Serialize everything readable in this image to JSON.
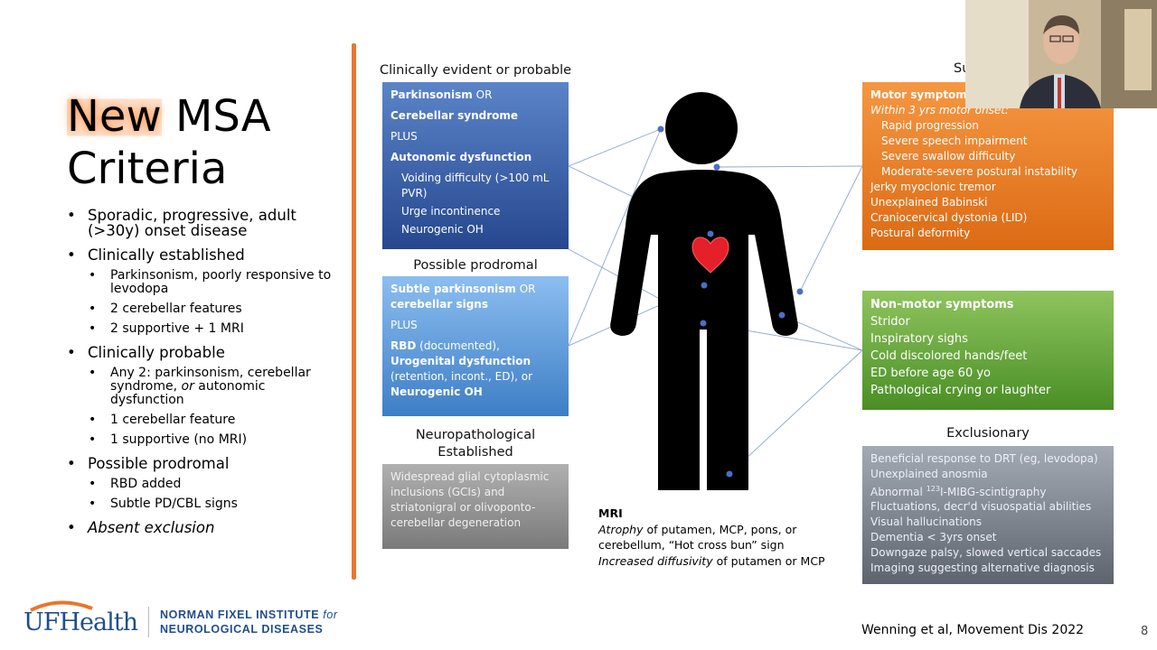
{
  "title": {
    "highlight": "New",
    "rest_line1": " MSA",
    "line2": "Criteria"
  },
  "bullets": {
    "b1": "Sporadic, progressive, adult (>30y) onset disease",
    "b2": "Clinically established",
    "b2_1": "Parkinsonism, poorly responsive to levodopa",
    "b2_2": "2 cerebellar features",
    "b2_3": "2 supportive + 1 MRI",
    "b3": "Clinically probable",
    "b3_1_a": "Any 2: parkinsonism, cerebellar syndrome,",
    "b3_1_or": "or",
    "b3_1_b": "autonomic dysfunction",
    "b3_2": "1 cerebellar feature",
    "b3_3": "1 supportive (no MRI)",
    "b4": "Possible prodromal",
    "b4_1": "RBD added",
    "b4_2": "Subtle PD/CBL signs",
    "b5": "Absent exclusion"
  },
  "evident": {
    "header": "Clinically evident or probable",
    "l1": "Parkinsonism",
    "l1b": " OR",
    "l2": "Cerebellar syndrome",
    "l3": "PLUS",
    "l4": "Autonomic dysfunction",
    "l5": "Voiding difficulty (>100 mL PVR)",
    "l6": "Urge incontinence",
    "l7": "Neurogenic OH"
  },
  "prodromal": {
    "header": "Possible prodromal",
    "l1": "Subtle parkinsonism",
    "l1b": " OR",
    "l1c": "cerebellar signs",
    "l2": "PLUS",
    "l3": "RBD",
    "l3b": " (documented),",
    "l4": "Urogenital dysfunction",
    "l4b": " (retention, incont., ED), or",
    "l5": "Neurogenic OH"
  },
  "neuro": {
    "header1": "Neuropathological",
    "header2": "Established",
    "text": "Widespread glial cytoplasmic inclusions (GCIs) and striatonigral or olivoponto-cerebellar degeneration"
  },
  "motor": {
    "header_partial": "Su",
    "title": "Motor symptoms",
    "sub": "Within 3 yrs motor onset:",
    "s1": "Rapid progression",
    "s2": "Severe speech impairment",
    "s3": "Severe swallow difficulty",
    "s4": "Moderate-severe postural instability",
    "m1": "Jerky myoclonic tremor",
    "m2": "Unexplained Babinski",
    "m3": "Craniocervical dystonia (LID)",
    "m4": "Postural deformity"
  },
  "nonmotor": {
    "title": "Non-motor symptoms",
    "l1": "Stridor",
    "l2": "Inspiratory sighs",
    "l3": "Cold discolored hands/feet",
    "l4": "ED before age 60 yo",
    "l5": "Pathological crying or laughter"
  },
  "exclusionary": {
    "header": "Exclusionary",
    "l1": "Beneficial response to DRT (eg, levodopa)",
    "l2": "Unexplained anosmia",
    "l3a": "Abnormal ",
    "l3sup": "123",
    "l3b": "I-MIBG-scintigraphy",
    "l4": "Fluctuations, decr'd visuospatial abilities",
    "l5": "Visual hallucinations",
    "l6": "Dementia < 3yrs onset",
    "l7": "Downgaze palsy, slowed vertical saccades",
    "l8": "Imaging suggesting alternative diagnosis"
  },
  "mri": {
    "title": "MRI",
    "l1a": "Atrophy",
    "l1b": " of putamen, MCP, pons, or cerebellum, “Hot cross bun” sign",
    "l2a": "Increased diffusivity",
    "l2b": " of putamen or MCP"
  },
  "footer": {
    "logo_uf": "UF",
    "logo_health": "Health",
    "inst1a": "NORMAN FIXEL INSTITUTE ",
    "inst1b": "for",
    "inst2": "NEUROLOGICAL DISEASES",
    "citation": "Wenning et al, Movement Dis 2022",
    "slide_number": "8"
  },
  "colors": {
    "orange": "#e8772e",
    "uf_blue": "#1f4e8c",
    "heart": "#e4202a",
    "dot": "#4a6fc5"
  }
}
